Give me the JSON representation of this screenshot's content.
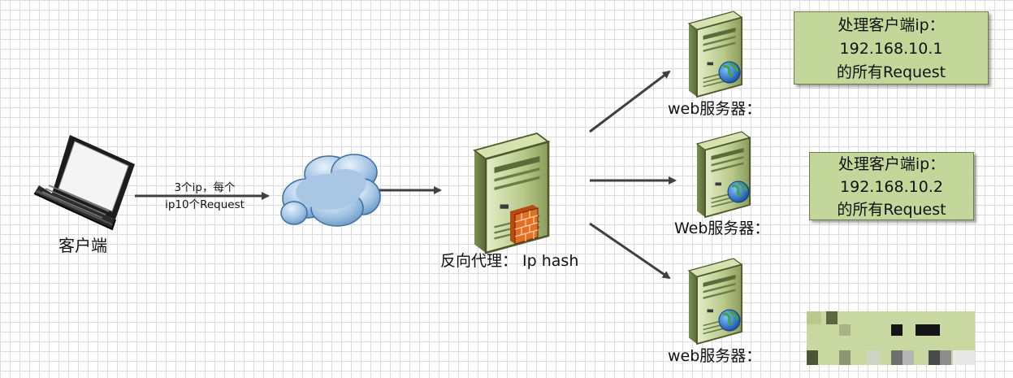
{
  "client": {
    "label": "客户端"
  },
  "edge_label": {
    "line1": "3个ip，每个",
    "line2": "ip10个Request"
  },
  "proxy": {
    "label": "反向代理： Ip hash"
  },
  "servers": [
    {
      "label": "web服务器："
    },
    {
      "label": "Web服务器："
    },
    {
      "label": "web服务器："
    }
  ],
  "notes": [
    {
      "lines": [
        "处理客户端ip：",
        "192.168.10.1",
        "的所有Request"
      ]
    },
    {
      "lines": [
        "处理客户端ip：",
        "192.168.10.2",
        "的所有Request"
      ]
    }
  ],
  "colors": {
    "note_fill": "#c4d79b",
    "server_body": "#b8c98a",
    "arrow": "#404040",
    "cloud": "#8fb4d8"
  },
  "icons": [
    "laptop-icon",
    "cloud-icon",
    "proxy-server-icon",
    "firewall-icon",
    "web-server-icon",
    "globe-icon"
  ]
}
